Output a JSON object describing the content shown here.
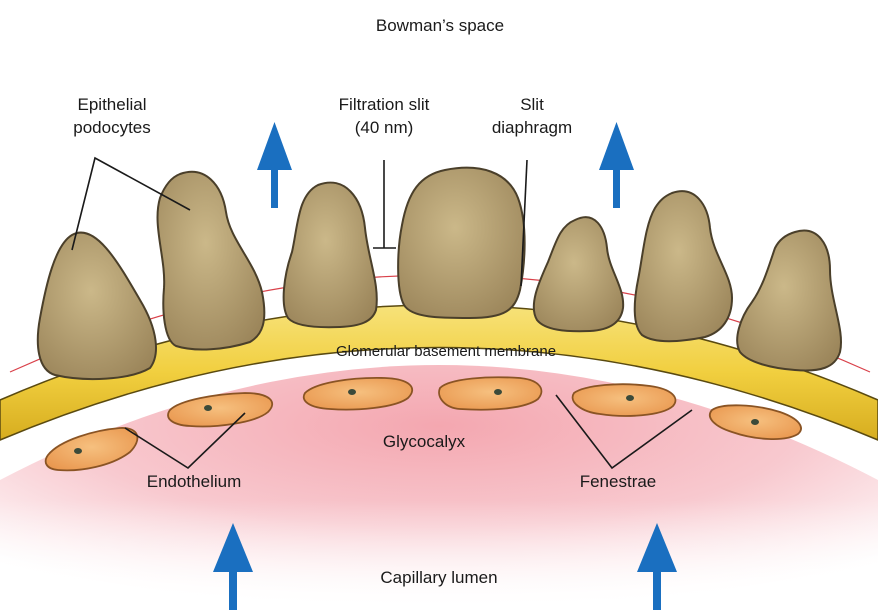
{
  "labels": {
    "bowmans_space": "Bowman’s space",
    "epithelial_podocytes_line1": "Epithelial",
    "epithelial_podocytes_line2": "podocytes",
    "filtration_slit_line1": "Filtration slit",
    "filtration_slit_line2": "(40 nm)",
    "slit_diaphragm_line1": "Slit",
    "slit_diaphragm_line2": "diaphragm",
    "gbm": "Glomerular basement membrane",
    "glycocalyx": "Glycocalyx",
    "endothelium": "Endothelium",
    "fenestrae": "Fenestrae",
    "capillary_lumen": "Capillary lumen"
  },
  "colors": {
    "podocyte_fill": "#b39d6b",
    "podocyte_stroke": "#4a3f2a",
    "gbm_fill": "#f1cf3f",
    "gbm_stroke": "#5a4a10",
    "endothelium_fill": "#f0a25c",
    "lumen_pink": "#f1a6ae",
    "arrow_blue": "#1a6fc0",
    "slit_diaphragm_red": "#d9414a"
  }
}
